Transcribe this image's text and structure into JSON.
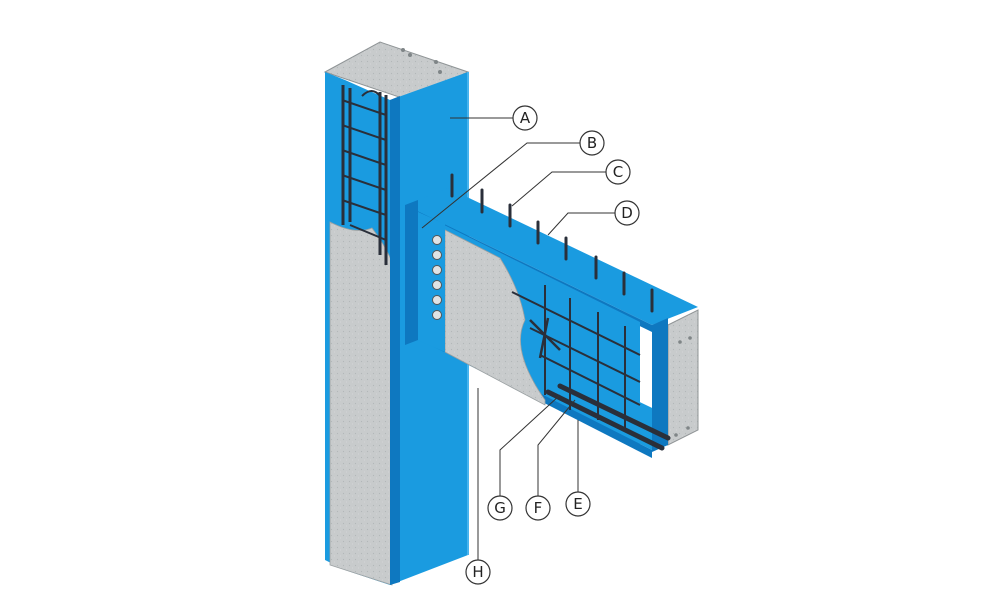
{
  "colors": {
    "steel_blue": "#1a9be0",
    "steel_blue_dark": "#0e78c0",
    "steel_blue_light": "#48b4ee",
    "concrete": "#c8cbcc",
    "concrete_dark": "#aeb2b3",
    "rebar": "#2a2f3a",
    "leader": "#333333"
  },
  "callouts": [
    {
      "id": "A",
      "label": "A"
    },
    {
      "id": "B",
      "label": "B"
    },
    {
      "id": "C",
      "label": "C"
    },
    {
      "id": "D",
      "label": "D"
    },
    {
      "id": "E",
      "label": "E"
    },
    {
      "id": "F",
      "label": "F"
    },
    {
      "id": "G",
      "label": "G"
    },
    {
      "id": "H",
      "label": "H"
    }
  ]
}
